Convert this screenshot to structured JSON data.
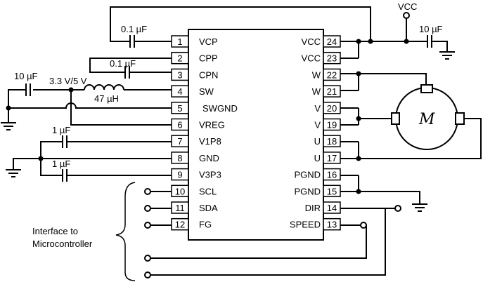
{
  "diagram": {
    "vcc_label": "VCC",
    "cap_vcp": "0.1 µF",
    "cap_cpp": "0.1 µF",
    "cap_vcc": "10 µF",
    "cap_sw": "10 µF",
    "sw_voltage": "3.3 V/5 V",
    "inductor": "47 µH",
    "cap_v1p8": "1 µF",
    "cap_v3p3": "1 µF",
    "motor_symbol": "M",
    "interface_label_line1": "Interface to",
    "interface_label_line2": "Microcontroller",
    "left_pins": [
      {
        "num": "1",
        "name": "VCP"
      },
      {
        "num": "2",
        "name": "CPP"
      },
      {
        "num": "3",
        "name": "CPN"
      },
      {
        "num": "4",
        "name": "SW"
      },
      {
        "num": "5",
        "name": "SWGND"
      },
      {
        "num": "6",
        "name": "VREG"
      },
      {
        "num": "7",
        "name": "V1P8"
      },
      {
        "num": "8",
        "name": "GND"
      },
      {
        "num": "9",
        "name": "V3P3"
      },
      {
        "num": "10",
        "name": "SCL"
      },
      {
        "num": "11",
        "name": "SDA"
      },
      {
        "num": "12",
        "name": "FG"
      }
    ],
    "right_pins": [
      {
        "num": "24",
        "name": "VCC"
      },
      {
        "num": "23",
        "name": "VCC"
      },
      {
        "num": "22",
        "name": "W"
      },
      {
        "num": "21",
        "name": "W"
      },
      {
        "num": "20",
        "name": "V"
      },
      {
        "num": "19",
        "name": "V"
      },
      {
        "num": "18",
        "name": "U"
      },
      {
        "num": "17",
        "name": "U"
      },
      {
        "num": "16",
        "name": "PGND"
      },
      {
        "num": "15",
        "name": "PGND"
      },
      {
        "num": "14",
        "name": "DIR"
      },
      {
        "num": "13",
        "name": "SPEED"
      }
    ]
  }
}
